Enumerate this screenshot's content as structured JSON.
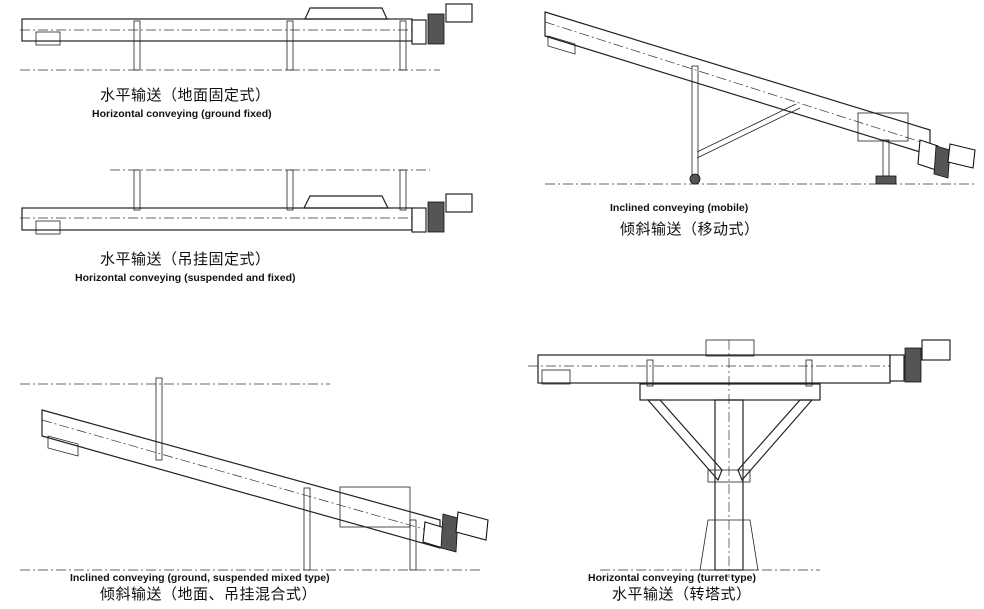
{
  "figure": {
    "panels": [
      {
        "cn": "水平输送（地面固定式）",
        "en": "Horizontal conveying (ground fixed)"
      },
      {
        "cn": "倾斜输送（移动式）",
        "en": "Inclined conveying (mobile)"
      },
      {
        "cn": "水平输送（吊挂固定式）",
        "en": "Horizontal conveying (suspended and fixed)"
      },
      {
        "cn": "倾斜输送（地面、吊挂混合式）",
        "en": "Inclined conveying (ground, suspended mixed type)"
      },
      {
        "cn": "水平输送（转塔式）",
        "en": "Horizontal conveying (turret type)"
      }
    ]
  }
}
